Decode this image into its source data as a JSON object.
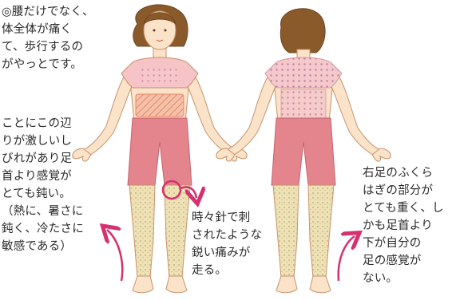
{
  "annotations": {
    "overall": "◎腰だけでなく、\n体全体が痛く\nて、歩行するの\nがやっとです。",
    "left_arm_back": "ことにこの辺\nりが激しいし\nびれがあり足\n首より感覚が\nとても鈍い。\n（熱に、暑さに\n鈍く、冷たさに\n敏感である）",
    "knee": "時々針で刺\nされたような\n鋭い痛みが\n走る。",
    "right_calf": "右足のふくら\nはぎの部分が\nとても重く、し\nかも足首より\n下が自分の\n足の感覚が\nない。"
  },
  "figures": {
    "front": "front-view",
    "back": "back-view"
  },
  "colors": {
    "skin": "#fbe3c9",
    "skin_line": "#c7916a",
    "hair": "#8a5a2b",
    "top": "#f6c3c6",
    "shorts": "#e4858e",
    "pain_band": "#f08a6a",
    "pain_dots": "#c77aa5",
    "numb_legs": "#e8d9a8",
    "arrow": "#d6306e",
    "text": "#2a2a2a"
  },
  "icons": {
    "knee_marker": "circle-marker-icon",
    "arrows": "curved-arrow-icon"
  }
}
